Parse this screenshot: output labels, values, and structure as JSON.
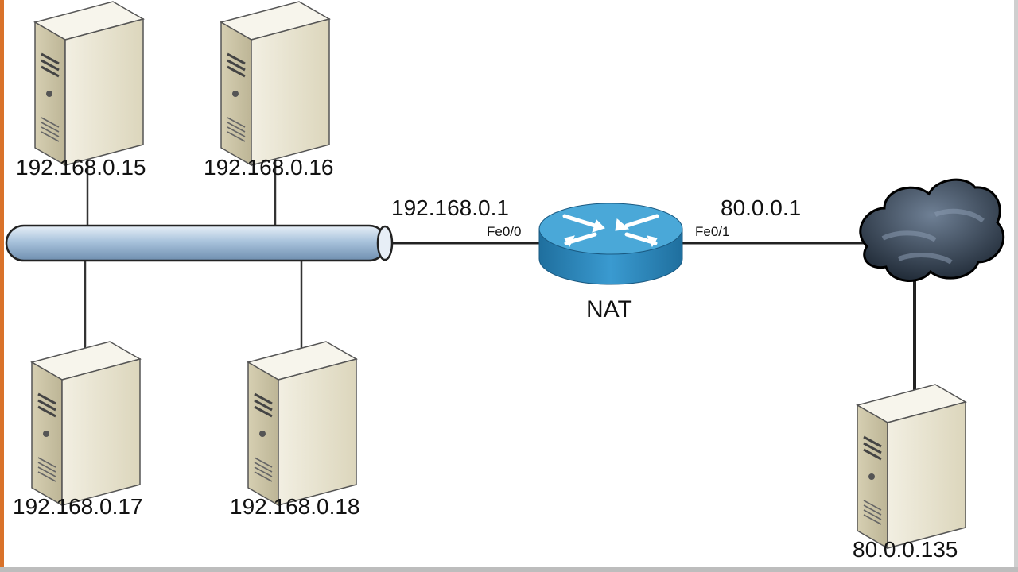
{
  "servers": [
    {
      "id": "server-1",
      "ip": "192.168.0.15"
    },
    {
      "id": "server-2",
      "ip": "192.168.0.16"
    },
    {
      "id": "server-3",
      "ip": "192.168.0.17"
    },
    {
      "id": "server-4",
      "ip": "192.168.0.18"
    },
    {
      "id": "external-server",
      "ip": "80.0.0.135"
    }
  ],
  "router": {
    "name": "NAT",
    "inside_ip": "192.168.0.1",
    "inside_port": "Fe0/0",
    "outside_ip": "80.0.0.1",
    "outside_port": "Fe0/1",
    "icon": "router-icon"
  },
  "lan_segment": {
    "icon": "bus-cable-icon"
  },
  "internet": {
    "icon": "cloud-icon"
  },
  "colors": {
    "router_body": "#2e8bc0",
    "router_top": "#4aa8d8",
    "bus_fill": "#a9c3dc",
    "server_body": "#e9e4cf",
    "cloud": "#3a4a5e",
    "frame_left": "#d9722a"
  }
}
